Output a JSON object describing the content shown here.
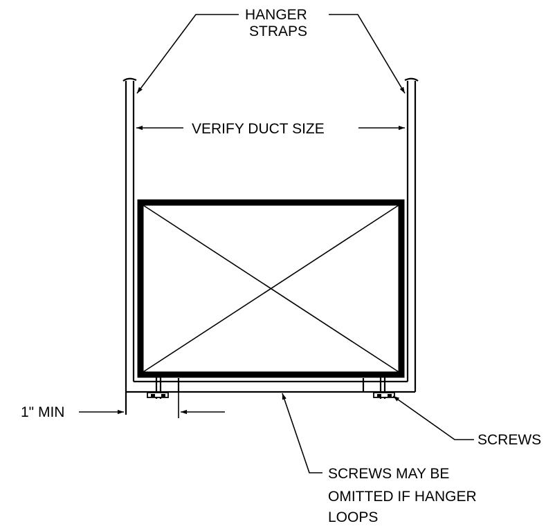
{
  "labels": {
    "hanger_straps_line1": "HANGER",
    "hanger_straps_line2": "STRAPS",
    "verify_duct_size": "VERIFY DUCT SIZE",
    "one_inch_min": "1\" MIN",
    "screws": "SCREWS",
    "note_line1": "SCREWS MAY BE",
    "note_line2": "OMITTED IF HANGER",
    "note_line3": "LOOPS"
  },
  "colors": {
    "ink": "#000000",
    "background": "#ffffff"
  }
}
